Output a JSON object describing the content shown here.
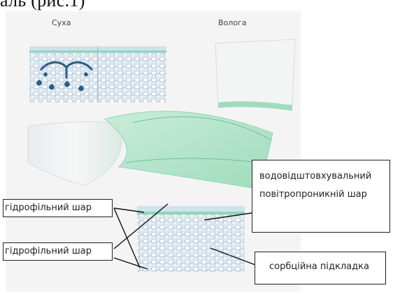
{
  "page_fragment": "аль (рис.1)",
  "figure": {
    "label_dry": "Суха",
    "label_wet": "Волога"
  },
  "callouts": {
    "hydrophilic_top": "гідрофільний шар",
    "hydrophilic_bottom": "гідрофільний шар",
    "waterproof_line1": "водовідштовхувальний",
    "waterproof_line2": "повітропроникній шар",
    "absorbent_pad": "сорбційна підкладка"
  },
  "colors": {
    "accent_green": "#8fd6b4",
    "droplet_blue": "#2b5d86",
    "layer_blue": "#c7dbe9"
  }
}
